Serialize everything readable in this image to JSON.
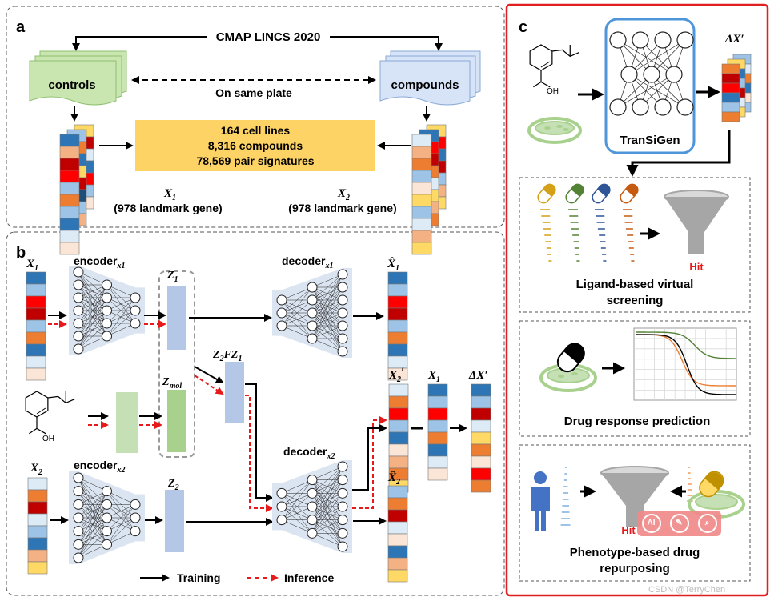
{
  "panel_a": {
    "label": "a",
    "source": "CMAP LINCS 2020",
    "controls": "controls",
    "compounds": "compounds",
    "same_plate": "On same plate",
    "stats": [
      "164 cell lines",
      "8,316 compounds",
      "78,569 pair signatures"
    ],
    "x1": "X",
    "x1_sub": "1",
    "x1_note": "(978 landmark gene)",
    "x2": "X",
    "x2_sub": "2",
    "x2_note": "(978 landmark gene)"
  },
  "panel_b": {
    "label": "b",
    "x1": "X",
    "x1_sub": "1",
    "x2": "X",
    "x2_sub": "2",
    "encoder_x1": "encoder",
    "encoder_x1_sub": "x1",
    "encoder_x2": "encoder",
    "encoder_x2_sub": "x2",
    "decoder_x1": "decoder",
    "decoder_x1_sub": "x1",
    "decoder_x2": "decoder",
    "decoder_x2_sub": "x2",
    "z1": "Z",
    "z1_sub": "1",
    "z2": "Z",
    "z2_sub": "2",
    "zmol": "Z",
    "zmol_sub": "mol",
    "film": "Z",
    "film_sub1": "2",
    "film_mid": "FZ",
    "film_sub2": "1",
    "x1_hat": "X̂",
    "x1_hat_sub": "1",
    "x2_hat": "X̂",
    "x2_hat_sub": "2",
    "x2_prime": "X",
    "x2_prime_sub": "2",
    "x2_prime_mark": "′",
    "x1_out": "X",
    "x1_out_sub": "1",
    "delta": "ΔX′",
    "legend_training": "Training",
    "legend_inference": "Inference",
    "oh_label": "OH"
  },
  "panel_c": {
    "label": "c",
    "model": "TranSiGen",
    "delta": "ΔX′",
    "oh_label": "OH",
    "app1": [
      "Ligand-based virtual",
      "screening"
    ],
    "app1_hit": "Hit",
    "app2": "Drug response prediction",
    "app3": [
      "Phenotype-based drug",
      "repurposing"
    ],
    "app3_hit": "Hit"
  },
  "overlay": {
    "ai_labels": [
      "AI",
      "✎",
      "⌕"
    ],
    "watermark": "CSDN @TerryChen"
  },
  "colors": {
    "control_green": "#c9e6b0",
    "compound_blue": "#d7e3f6",
    "stats_yellow": "#fdd365",
    "latent_blue": "#b4c7e7",
    "mol_green": "#a9d18e",
    "network_fill": "#dbe4f1",
    "inference_red": "#e8191b",
    "highlight_red": "#e02020",
    "model_box_blue": "#4e95d9",
    "hit_red": "#e8191b"
  },
  "palette": [
    "#2e75b6",
    "#f4b183",
    "#c00000",
    "#ff0000",
    "#9dc3e6",
    "#ed7d31",
    "#ffd966",
    "#fbe5d6",
    "#1f4e79",
    "#ddebf7"
  ]
}
